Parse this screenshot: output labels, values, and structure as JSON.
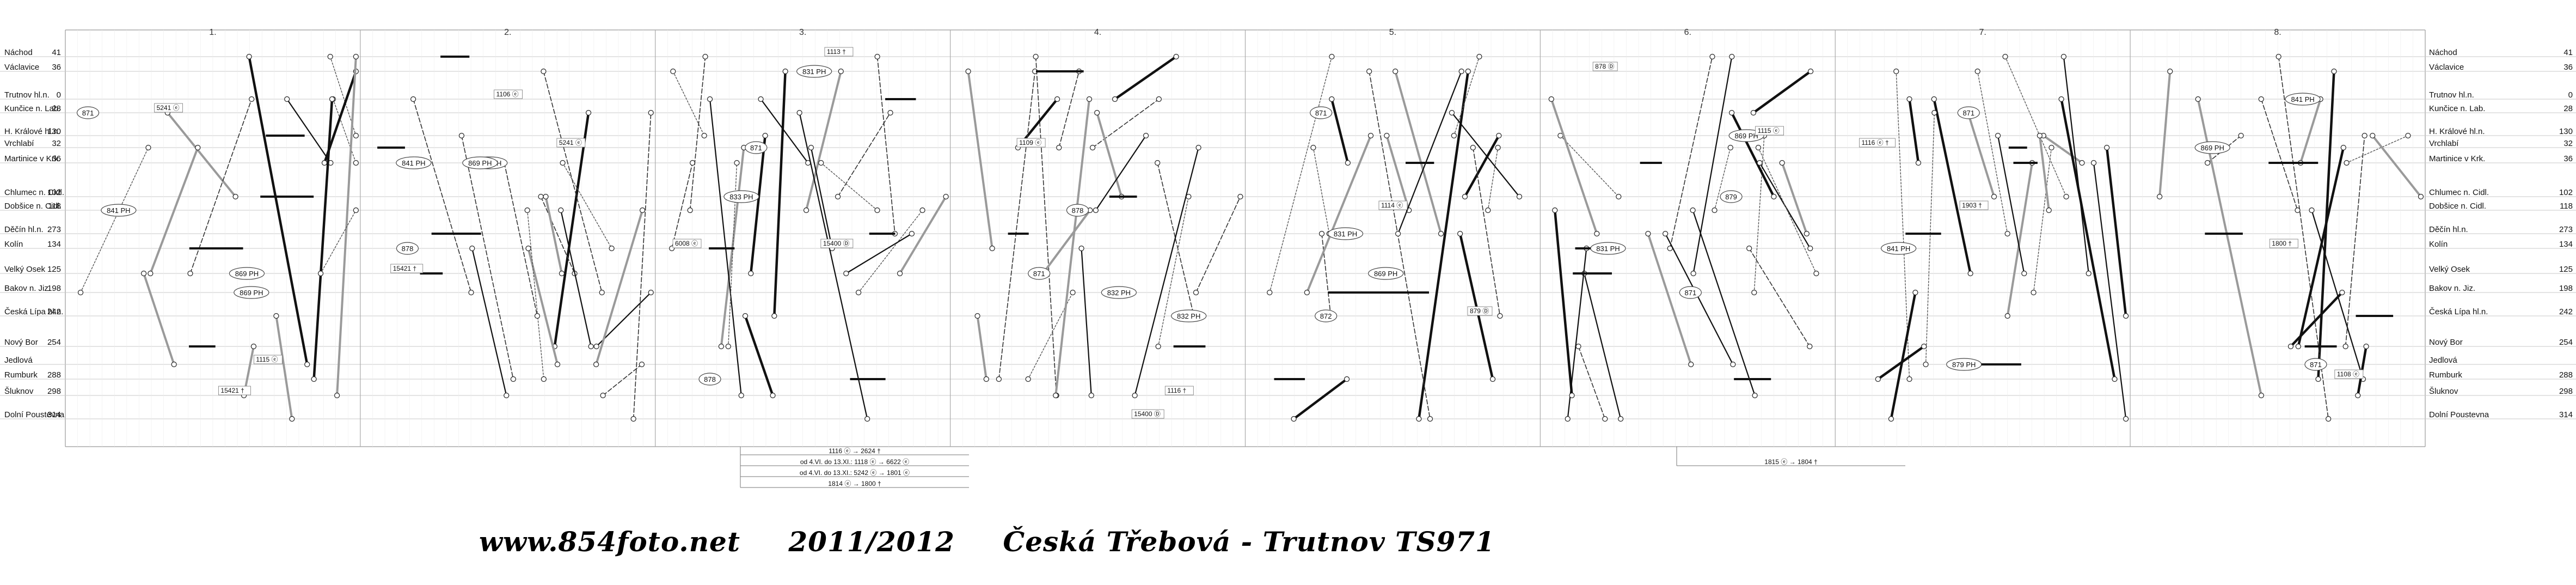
{
  "stations": [
    {
      "name": "Náchod",
      "km": "41"
    },
    {
      "name": "Václavice",
      "km": "36"
    },
    {
      "name": "Trutnov hl.n.",
      "km": "0"
    },
    {
      "name": "Kunčice n. Lab.",
      "km": "28"
    },
    {
      "name": "H. Králové hl.n.",
      "km": "130"
    },
    {
      "name": "Vrchlabí",
      "km": "32"
    },
    {
      "name": "Martinice v Krk.",
      "km": "36"
    },
    {
      "name": "Chlumec n. Cidl.",
      "km": "102"
    },
    {
      "name": "Dobšice n. Cidl.",
      "km": "118"
    },
    {
      "name": "Děčín hl.n.",
      "km": "273"
    },
    {
      "name": "Kolín",
      "km": "134"
    },
    {
      "name": "Velký Osek",
      "km": "125"
    },
    {
      "name": "Bakov n. Jiz.",
      "km": "198"
    },
    {
      "name": "Česká Lípa hl.n.",
      "km": "242"
    },
    {
      "name": "Nový Bor",
      "km": "254"
    },
    {
      "name": "Jedlová",
      "km": ""
    },
    {
      "name": "Rumburk",
      "km": "288"
    },
    {
      "name": "Šluknov",
      "km": "298"
    },
    {
      "name": "Dolní Poustevna",
      "km": "314"
    }
  ],
  "days": [
    "1.",
    "2.",
    "3.",
    "4.",
    "5.",
    "6.",
    "7.",
    "8."
  ],
  "train_labels": [
    {
      "text": "869 PH"
    },
    {
      "text": "831 PH"
    },
    {
      "text": "833 PH"
    },
    {
      "text": "832 PH"
    },
    {
      "text": "869 PH"
    },
    {
      "text": "869 PH"
    },
    {
      "text": "879 PH"
    },
    {
      "text": "841 PH"
    },
    {
      "text": "841 PH"
    },
    {
      "text": "841 PH"
    },
    {
      "text": "831 PH"
    },
    {
      "text": "832 PH"
    },
    {
      "text": "831 PH"
    },
    {
      "text": "831 PH"
    },
    {
      "text": "841 PH"
    },
    {
      "text": "869 PH"
    },
    {
      "text": "869 PH"
    },
    {
      "text": "869 PH"
    },
    {
      "text": "871"
    },
    {
      "text": "871"
    },
    {
      "text": "871"
    },
    {
      "text": "871"
    },
    {
      "text": "871"
    },
    {
      "text": "871"
    },
    {
      "text": "871"
    },
    {
      "text": "878"
    },
    {
      "text": "878"
    },
    {
      "text": "878"
    },
    {
      "text": "872"
    },
    {
      "text": "879"
    }
  ],
  "notes": [
    {
      "text": "15421 †"
    },
    {
      "text": "15421 †"
    },
    {
      "text": "15400 Ⓓ"
    },
    {
      "text": "15400 Ⓓ"
    },
    {
      "text": "879 Ⓓ"
    },
    {
      "text": "878 Ⓓ"
    },
    {
      "text": "1903 †"
    },
    {
      "text": "1800 †"
    },
    {
      "text": "5241 ⓔ"
    },
    {
      "text": "5241 ⓔ"
    },
    {
      "text": "6008 ⓔ"
    },
    {
      "text": "1116 †"
    },
    {
      "text": "1114 ⓔ"
    },
    {
      "text": "1115 ⓔ"
    },
    {
      "text": "1116 ⓔ †"
    },
    {
      "text": "1108 ⓔ"
    },
    {
      "text": "1115 ⓔ"
    },
    {
      "text": "1106 ⓔ"
    },
    {
      "text": "1113 †"
    },
    {
      "text": "1109 ⓔ"
    }
  ],
  "transfers": [
    {
      "text": "1116 ⓔ → 2624 †"
    },
    {
      "text": "od 4.VI. do 13.XI.: 1118 ⓔ → 6622 ⓔ"
    },
    {
      "text": "od 4.VI. do 13.XI.: 5242 ⓔ → 1801 ⓔ"
    },
    {
      "text": "1814 ⓔ → 1800 †"
    },
    {
      "text": "1815 ⓔ → 1804 †"
    }
  ],
  "footer": {
    "site": "www.854foto.net",
    "period": "2011/2012",
    "route": "Česká Třebová - Trutnov TS971"
  }
}
